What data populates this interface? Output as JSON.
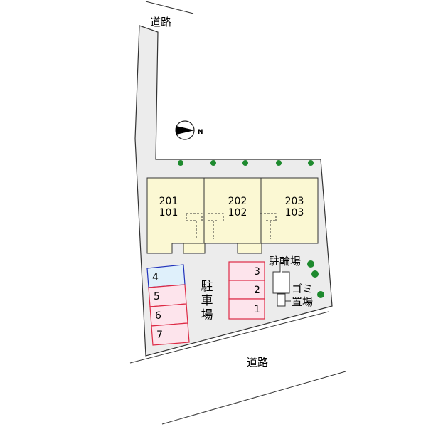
{
  "map": {
    "road_top_label": "道路",
    "road_bottom_label": "道路",
    "compass": {
      "letter": "N",
      "icon": "north-arrow-icon"
    },
    "units": [
      {
        "upper": "201",
        "lower": "101"
      },
      {
        "upper": "202",
        "lower": "102"
      },
      {
        "upper": "203",
        "lower": "103"
      }
    ],
    "parking_label": "駐車場",
    "parking_label_chars": [
      "駐",
      "車",
      "場"
    ],
    "parking_spaces_left": [
      {
        "number": "4",
        "color": "#2233bb",
        "fill": "#dff0fb"
      },
      {
        "number": "5",
        "color": "#dd2a45",
        "fill": "#fde4ec"
      },
      {
        "number": "6",
        "color": "#dd2a45",
        "fill": "#fde4ec"
      },
      {
        "number": "7",
        "color": "#dd2a45",
        "fill": "#fde4ec"
      }
    ],
    "parking_spaces_right": [
      {
        "number": "3",
        "color": "#dd2a45",
        "fill": "#fde4ec"
      },
      {
        "number": "2",
        "color": "#dd2a45",
        "fill": "#fde4ec"
      },
      {
        "number": "1",
        "color": "#dd2a45",
        "fill": "#fde4ec"
      }
    ],
    "bicycle_parking_label": "駐輪場",
    "garbage_label_top": "ゴミ",
    "garbage_label_bottom": "置場",
    "colors": {
      "site": "#ececec",
      "building": "#fbf8d3",
      "tree": "#1e8a2e",
      "outline": "#333333"
    }
  }
}
